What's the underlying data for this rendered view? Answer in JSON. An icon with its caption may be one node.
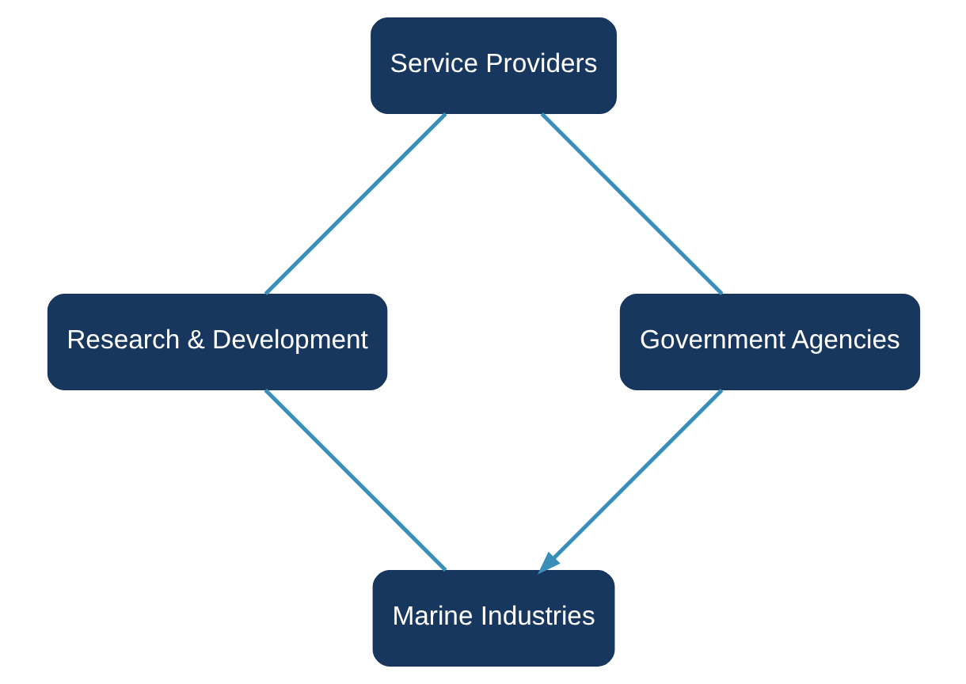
{
  "diagram": {
    "nodes": [
      {
        "text": [
          "Marine Industries"
        ]
      },
      {
        "text": [
          "Research & Development"
        ]
      },
      {
        "text": [
          "Service Providers"
        ]
      },
      {
        "text": [
          "Government Agencies"
        ]
      }
    ],
    "edges": [
      {
        "from": 0,
        "to": 1,
        "arrow": "none"
      },
      {
        "from": 1,
        "to": 2,
        "arrow": "none"
      },
      {
        "from": 2,
        "to": 3,
        "arrow": "none"
      },
      {
        "from": 3,
        "to": 0,
        "arrow": "to"
      }
    ]
  }
}
